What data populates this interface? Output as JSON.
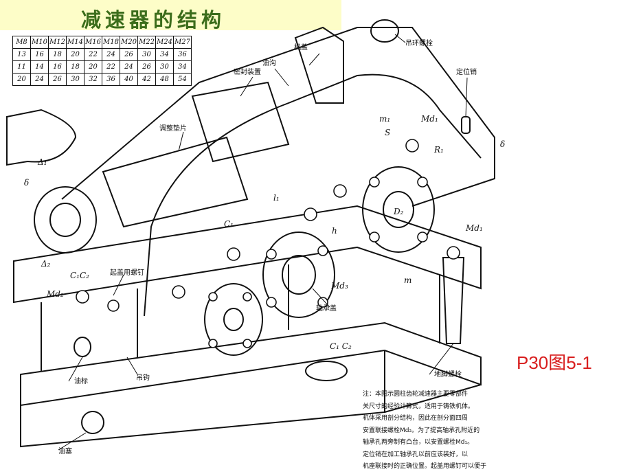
{
  "title": "减速器的结构",
  "figure_ref": "P30图5-1",
  "spec_table": {
    "rows": [
      [
        "M8",
        "M10",
        "M12",
        "M14",
        "M16",
        "M18",
        "M20",
        "M22",
        "M24",
        "M27"
      ],
      [
        "13",
        "16",
        "18",
        "20",
        "22",
        "24",
        "26",
        "30",
        "34",
        "36"
      ],
      [
        "11",
        "14",
        "16",
        "18",
        "20",
        "22",
        "24",
        "26",
        "30",
        "34"
      ],
      [
        "20",
        "24",
        "26",
        "30",
        "32",
        "36",
        "40",
        "42",
        "48",
        "54"
      ]
    ]
  },
  "labels": {
    "machine_cover": "机盖",
    "lifting_eye_bolt": "吊环螺栓",
    "oil_groove": "油沟",
    "seal_device": "密封装置",
    "locating_pin": "定位销",
    "adjusting_shim": "调整垫片",
    "jack_screw": "起盖用螺钉",
    "bearing_cover": "轴承盖",
    "oil_gauge": "油标",
    "lifting_hook": "吊钩",
    "foundation_bolt": "地脚螺栓",
    "oil_plug": "油塞"
  },
  "symbols": {
    "m1": "m₁",
    "s": "S",
    "md1_top": "Md₁",
    "r1": "R₁",
    "l1": "l₁",
    "d2": "D₂",
    "md1_right": "Md₁",
    "c1": "C₁",
    "h": "h",
    "md3": "Md₃",
    "m": "m",
    "md2": "Md₂",
    "c1c2_left": "C₁C₂",
    "c1c2_base": "C₁ C₂",
    "delta2": "Δ₂",
    "delta1": "Δ₁",
    "delta": "δ",
    "delta_right": "δ"
  },
  "note": [
    "注：本图示圆柱齿轮减速器主要零部件",
    "关尺寸的经验计算式，适用于铸铁机体。",
    "机体采用剖分结构，因此在剖分面四周",
    "安置联接螺栓Md₂。为了提高轴承孔附近的",
    "轴承孔两旁制有凸台，以安置螺栓Md₁。",
    "定位销在加工轴承孔以前应该装好，以",
    "机座联接时的正确位置。起盖用螺钉可以便于"
  ]
}
